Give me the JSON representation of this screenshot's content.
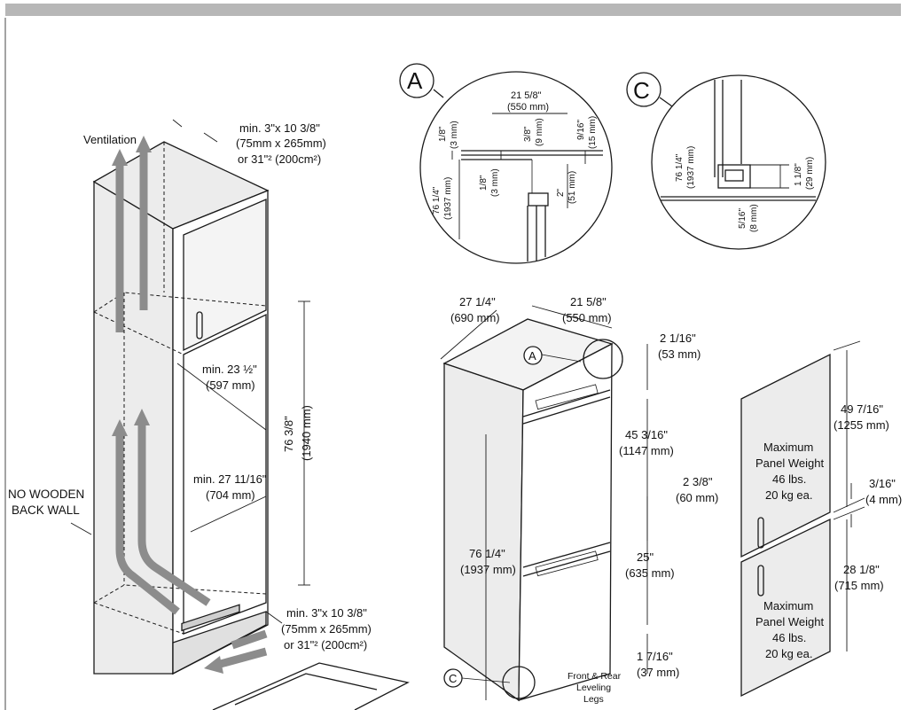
{
  "labels": {
    "ventilation": "Ventilation",
    "vent_top_1": "min. 3\"x 10 3/8\"",
    "vent_top_2": "(75mm x 265mm)",
    "vent_top_3": "or 31\"² (200cm²)",
    "vent_bot_1": "min. 3\"x 10 3/8\"",
    "vent_bot_2": "(75mm x 265mm)",
    "vent_bot_3": "or 31\"² (200cm²)",
    "no_wall_1": "NO WOODEN",
    "no_wall_2": "BACK WALL",
    "w_min_1": "min. 23 ½\"",
    "w_min_2": "(597 mm)",
    "d_min_1": "min. 27 11/16\"",
    "d_min_2": "(704 mm)",
    "h_niche_1": "76 3/8\"",
    "h_niche_2": "(1940 mm)",
    "detail_a": "A",
    "detail_c": "C",
    "a_w_1": "21 5/8\"",
    "a_w_2": "(550 mm)",
    "a_18_1": "1/8\"",
    "a_18_2": "(3 mm)",
    "a_38_1": "3/8\"",
    "a_38_2": "(9 mm)",
    "a_916_1": "9/16\"",
    "a_916_2": "(15 mm)",
    "a_h_1": "76 1/4\"",
    "a_h_2": "(1937 mm)",
    "a_18b_1": "1/8\"",
    "a_18b_2": "(3 mm)",
    "a_2_1": "2\"",
    "a_2_2": "(51 mm)",
    "c_h_1": "76 1/4\"",
    "c_h_2": "(1937 mm)",
    "c_118_1": "1 1/8\"",
    "c_118_2": "(29 mm)",
    "c_516_1": "5/16\"",
    "c_516_2": "(8 mm)",
    "f_d_1": "27 1/4\"",
    "f_d_2": "(690 mm)",
    "f_w_1": "21 5/8\"",
    "f_w_2": "(550 mm)",
    "f_2116_1": "2 1/16\"",
    "f_2116_2": "(53 mm)",
    "f_45_1": "45 3/16\"",
    "f_45_2": "(1147 mm)",
    "f_238_1": "2 3/8\"",
    "f_238_2": "(60 mm)",
    "f_25_1": "25\"",
    "f_25_2": "(635 mm)",
    "f_h_1": "76 1/4\"",
    "f_h_2": "(1937 mm)",
    "f_1716_1": "1 7/16\"",
    "f_1716_2": "(37 mm)",
    "f_callout_a": "A",
    "f_callout_c": "C",
    "legs_1": "Front & Rear",
    "legs_2": "Leveling",
    "legs_3": "Legs",
    "p_top_dim_1": "49 7/16\"",
    "p_top_dim_2": "(1255 mm)",
    "p_gap_1": "3/16\"",
    "p_gap_2": "(4 mm)",
    "p_bot_dim_1": "28 1/8\"",
    "p_bot_dim_2": "(715 mm)",
    "p_top_text_1": "Maximum",
    "p_top_text_2": "Panel Weight",
    "p_top_text_3": "46 lbs.",
    "p_top_text_4": "20 kg ea.",
    "p_bot_text_1": "Maximum",
    "p_bot_text_2": "Panel Weight",
    "p_bot_text_3": "46 lbs.",
    "p_bot_text_4": "20 kg ea."
  },
  "colors": {
    "header_bar": "#b7b7b7",
    "vent_arrow": "#8c8c8c",
    "line": "#1a1a1a"
  }
}
